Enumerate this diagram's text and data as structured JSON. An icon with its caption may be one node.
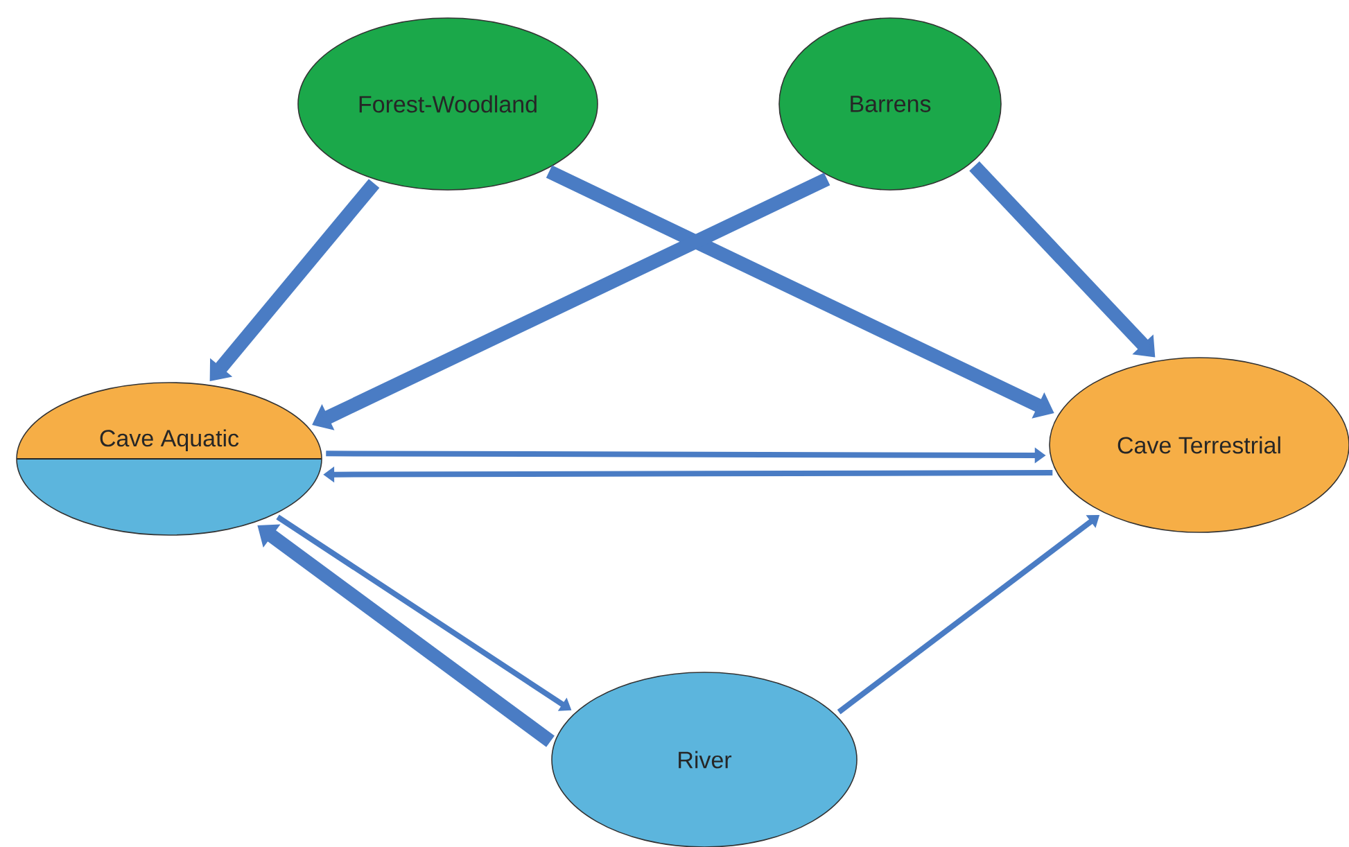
{
  "diagram": {
    "nodes": [
      {
        "text": [
          "Forest-Woodland"
        ]
      },
      {
        "text": [
          "Barrens"
        ]
      },
      {
        "text": [
          "Cave Aquatic"
        ]
      },
      {
        "text": [
          "Cave Terrestrial"
        ]
      },
      {
        "text": [
          "River"
        ]
      }
    ],
    "edges": [
      {
        "from": 0,
        "to": 2,
        "arrow": "to"
      },
      {
        "from": 0,
        "to": 3,
        "arrow": "to"
      },
      {
        "from": 1,
        "to": 2,
        "arrow": "to"
      },
      {
        "from": 1,
        "to": 3,
        "arrow": "to"
      },
      {
        "from": 2,
        "to": 3,
        "arrow": "to"
      },
      {
        "from": 3,
        "to": 2,
        "arrow": "to"
      },
      {
        "from": 2,
        "to": 4,
        "arrow": "to"
      },
      {
        "from": 4,
        "to": 2,
        "arrow": "to"
      },
      {
        "from": 4,
        "to": 3,
        "arrow": "to"
      }
    ]
  }
}
